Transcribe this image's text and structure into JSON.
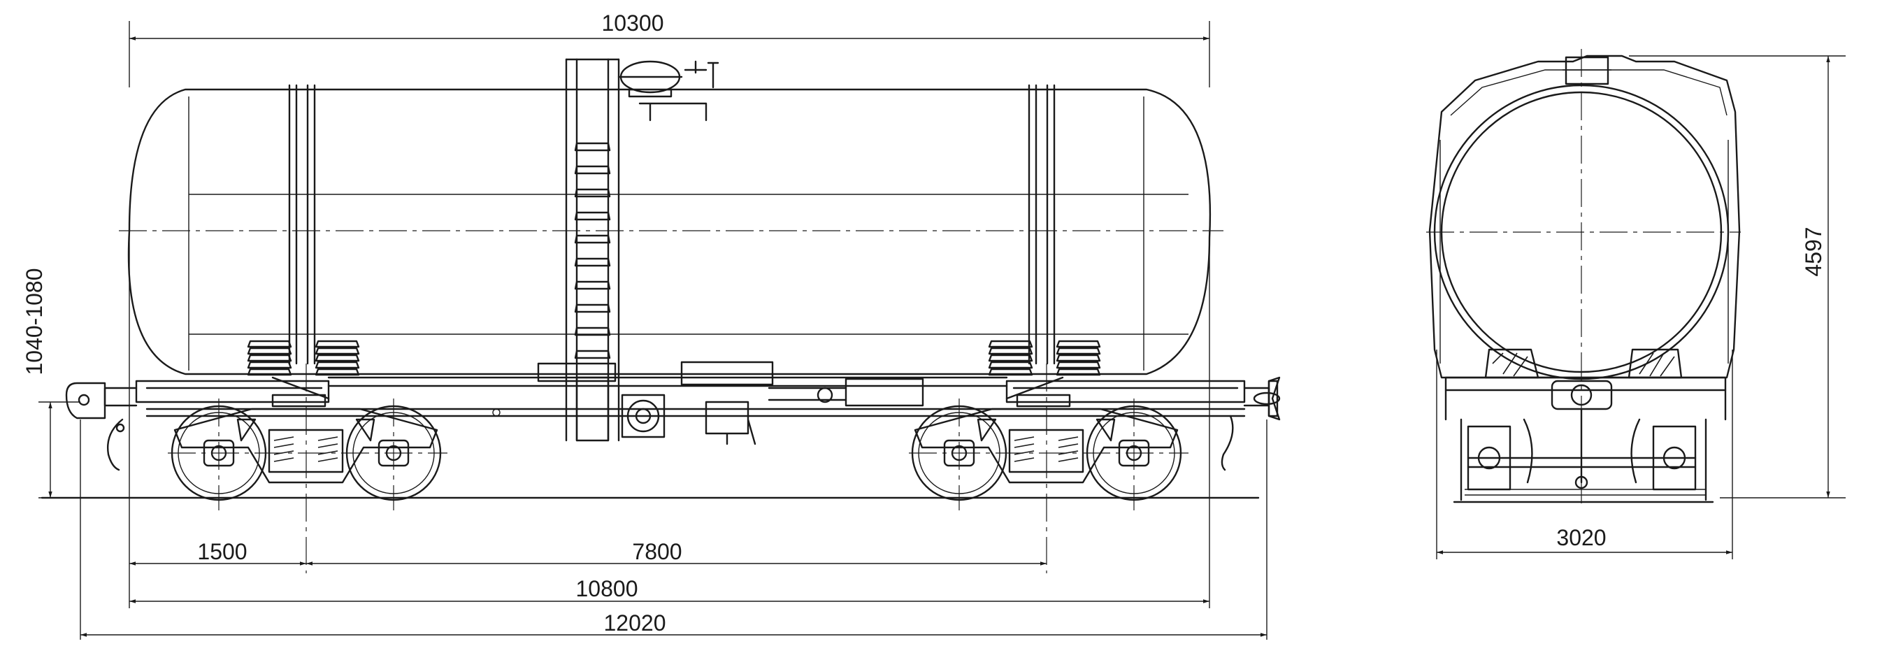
{
  "dimensions": {
    "tank_length": "10300",
    "bogie_wheelbase": "1500",
    "bogie_centers": "7800",
    "frame_length": "10800",
    "coupler_length": "12020",
    "coupler_height_range": "1040-1080",
    "overall_height": "4597",
    "overall_width": "3020"
  },
  "colors": {
    "line": "#1a1a1a",
    "background": "#ffffff"
  }
}
